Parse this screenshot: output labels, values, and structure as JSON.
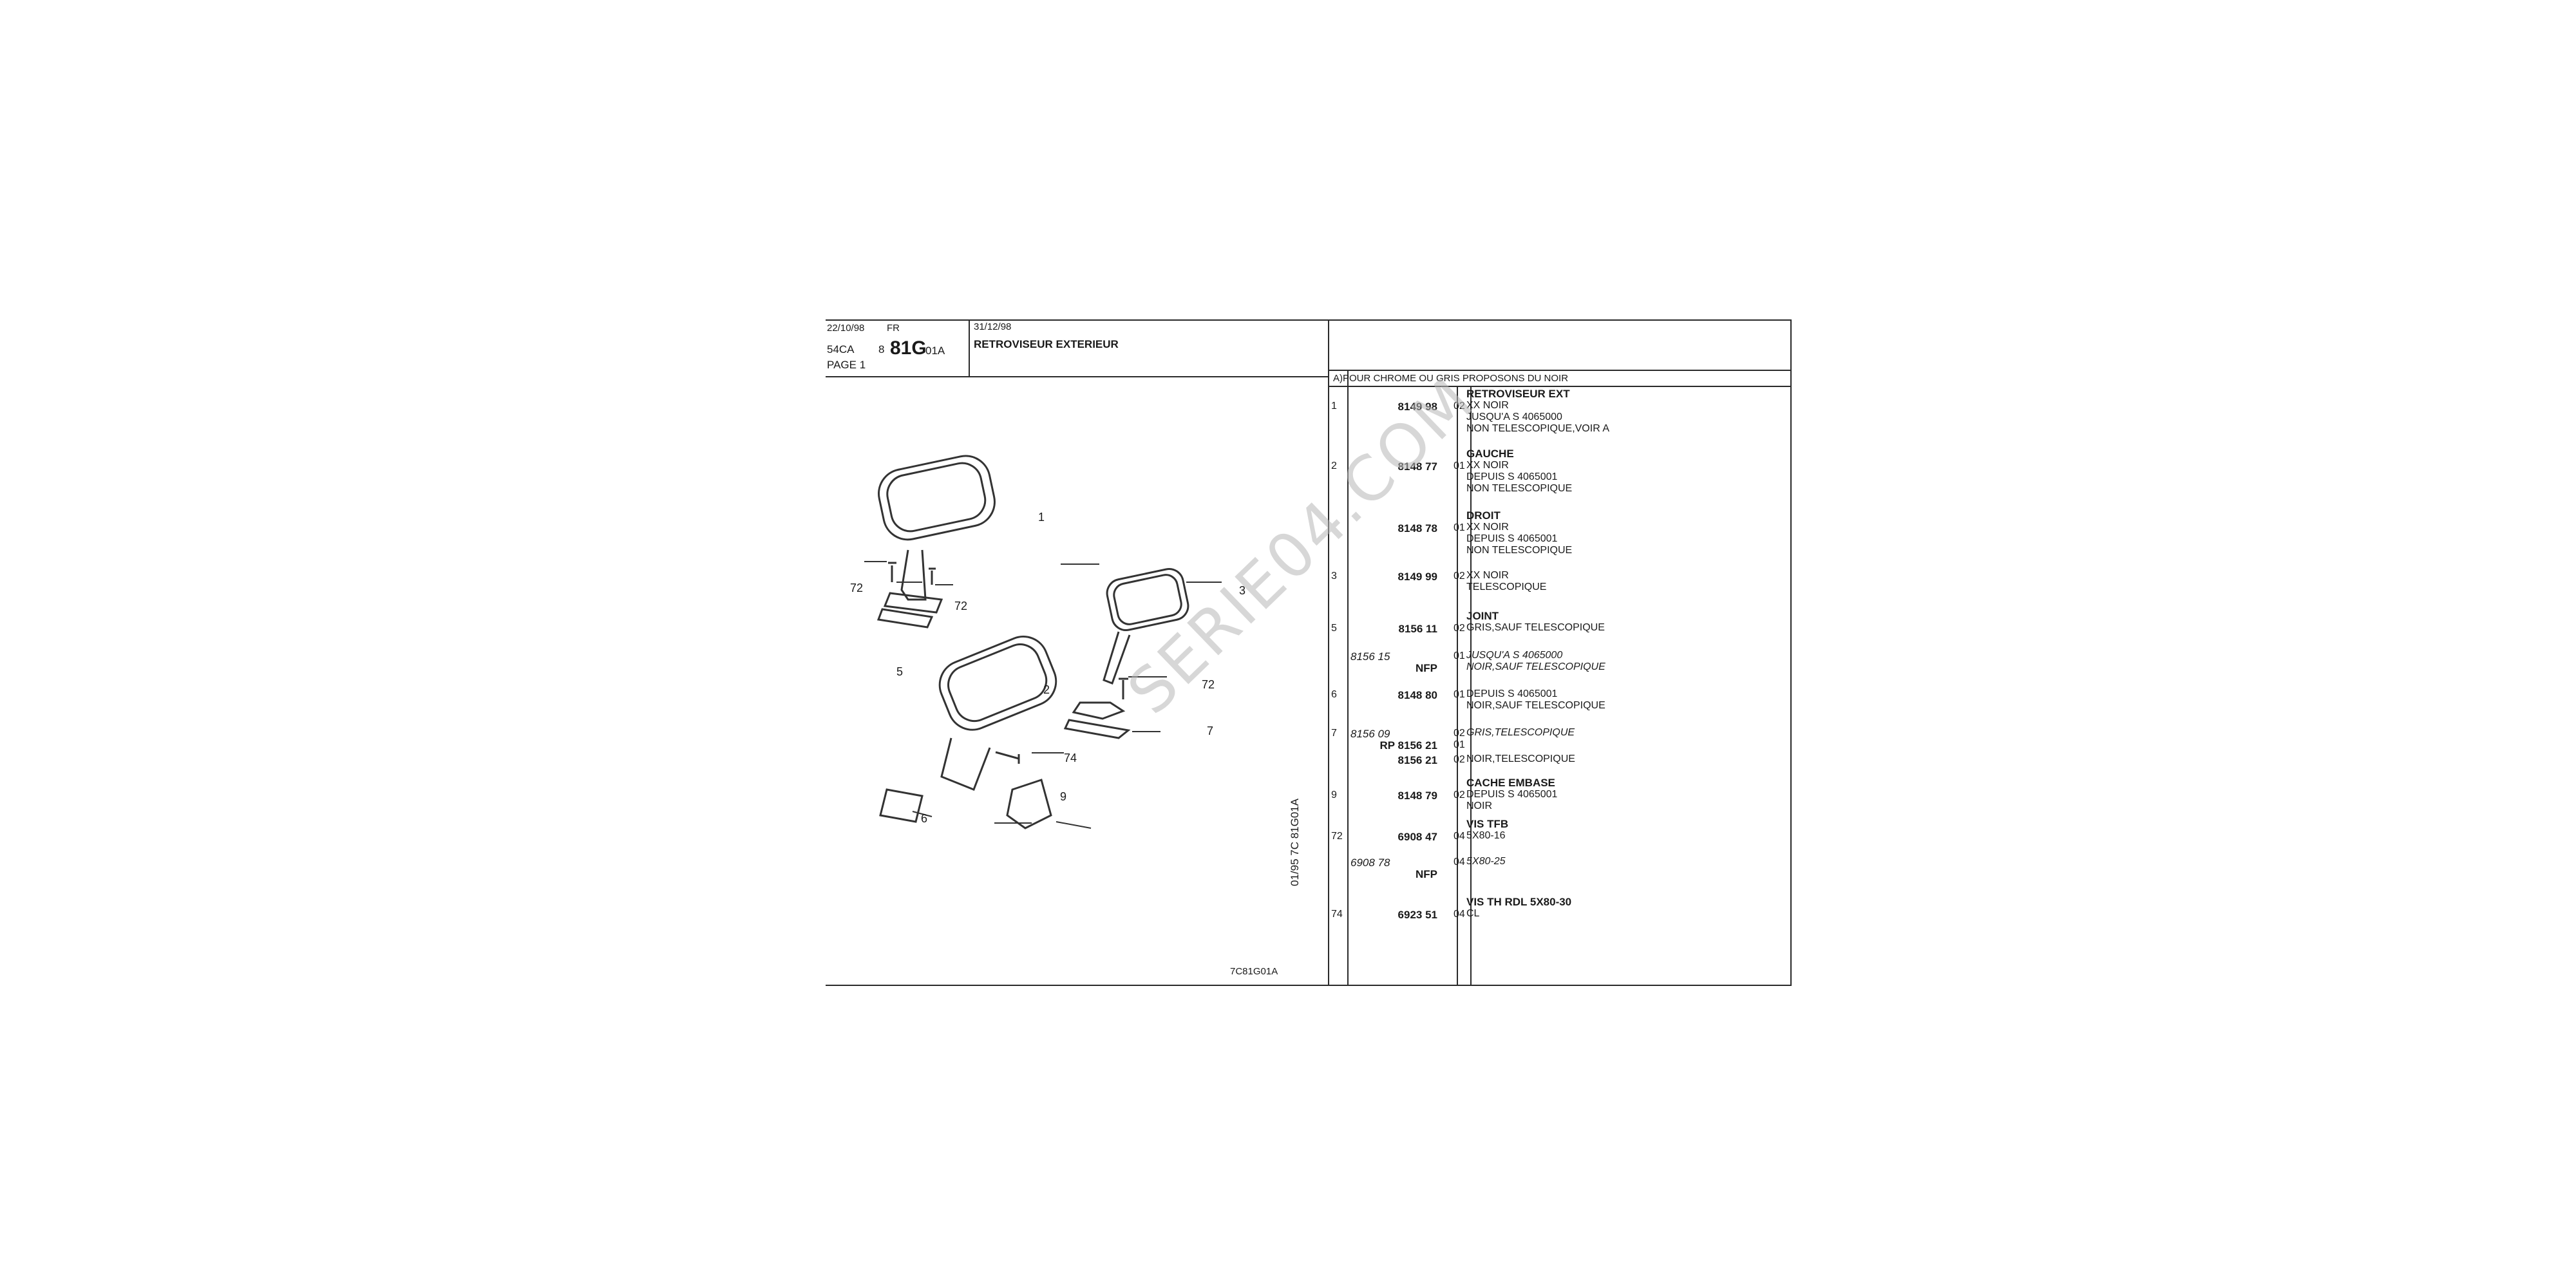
{
  "header": {
    "left_date": "22/10/98",
    "lang": "FR",
    "model": "54CA",
    "model_num": "8",
    "group_code": "81G",
    "group_suffix": "01A",
    "page_label": "PAGE 1",
    "right_date": "31/12/98",
    "title": "RETROVISEUR EXTERIEUR"
  },
  "note": "A)POUR CHROME OU GRIS PROPOSONS DU NOIR",
  "parts": [
    {
      "num": "1",
      "ref_main": "8149",
      "ref_suffix": "98",
      "var": "02",
      "desc": [
        "RETROVISEUR EXT",
        "XX NOIR",
        "JUSQU'A S  4065000",
        "NON TELESCOPIQUE,VOIR A"
      ],
      "bold_first": true
    },
    {
      "num": "2",
      "ref_main": "8148",
      "ref_suffix": "77",
      "var": "01",
      "desc": [
        "GAUCHE",
        "XX NOIR",
        "DEPUIS  S  4065001",
        "NON TELESCOPIQUE"
      ],
      "bold_first": true
    },
    {
      "num": "",
      "ref_main": "8148",
      "ref_suffix": "78",
      "var": "01",
      "desc": [
        "DROIT",
        "XX NOIR",
        "DEPUIS  S  4065001",
        "NON TELESCOPIQUE"
      ],
      "bold_first": true
    },
    {
      "num": "3",
      "ref_main": "8149",
      "ref_suffix": "99",
      "var": "02",
      "desc": [
        "XX NOIR",
        "TELESCOPIQUE"
      ],
      "bold_first": false
    },
    {
      "num": "5",
      "ref_main": "8156",
      "ref_suffix": "11",
      "var": "02",
      "desc": [
        "JOINT",
        "GRIS,SAUF TELESCOPIQUE"
      ],
      "bold_first": true
    },
    {
      "num": "",
      "ref_main": "8156  15",
      "ref_suffix": "NFP",
      "var": "01",
      "desc": [
        "JUSQU'A  S  4065000",
        "NOIR,SAUF TELESCOPIQUE"
      ],
      "bold_first": false,
      "italic": true
    },
    {
      "num": "6",
      "ref_main": "8148",
      "ref_suffix": "80",
      "var": "01",
      "desc": [
        "DEPUIS  S  4065001",
        "NOIR,SAUF TELESCOPIQUE"
      ],
      "bold_first": false
    },
    {
      "num": "7",
      "ref_main": "8156  09",
      "ref_suffix": "RP  8156  21",
      "var": "02",
      "var2": "01",
      "desc": [
        "GRIS,TELESCOPIQUE"
      ],
      "bold_first": false,
      "italic": true
    },
    {
      "num": "",
      "ref_main": "8156",
      "ref_suffix": "21",
      "var": "02",
      "desc": [
        "NOIR,TELESCOPIQUE"
      ],
      "bold_first": false
    },
    {
      "num": "9",
      "ref_main": "8148",
      "ref_suffix": "79",
      "var": "02",
      "desc": [
        "CACHE EMBASE",
        "DEPUIS  S  4065001",
        "NOIR"
      ],
      "bold_first": true
    },
    {
      "num": "72",
      "ref_main": "6908",
      "ref_suffix": "47",
      "var": "04",
      "desc": [
        "VIS TFB",
        "5X80-16"
      ],
      "bold_first": true
    },
    {
      "num": "",
      "ref_main": "6908  78",
      "ref_suffix": "NFP",
      "var": "04",
      "desc": [
        "5X80-25"
      ],
      "bold_first": false,
      "italic": true
    },
    {
      "num": "74",
      "ref_main": "6923",
      "ref_suffix": "51",
      "var": "04",
      "desc": [
        "VIS TH RDL 5X80-30",
        "CL"
      ],
      "bold_first": true
    }
  ],
  "drawing": {
    "callouts": [
      "1",
      "2",
      "3",
      "5",
      "6",
      "7",
      "9",
      "72",
      "72",
      "72",
      "74"
    ],
    "vertical_code": "01/95 7C 81G01A",
    "bottom_code": "7C81G01A"
  },
  "watermark": "SERIE04.COM"
}
